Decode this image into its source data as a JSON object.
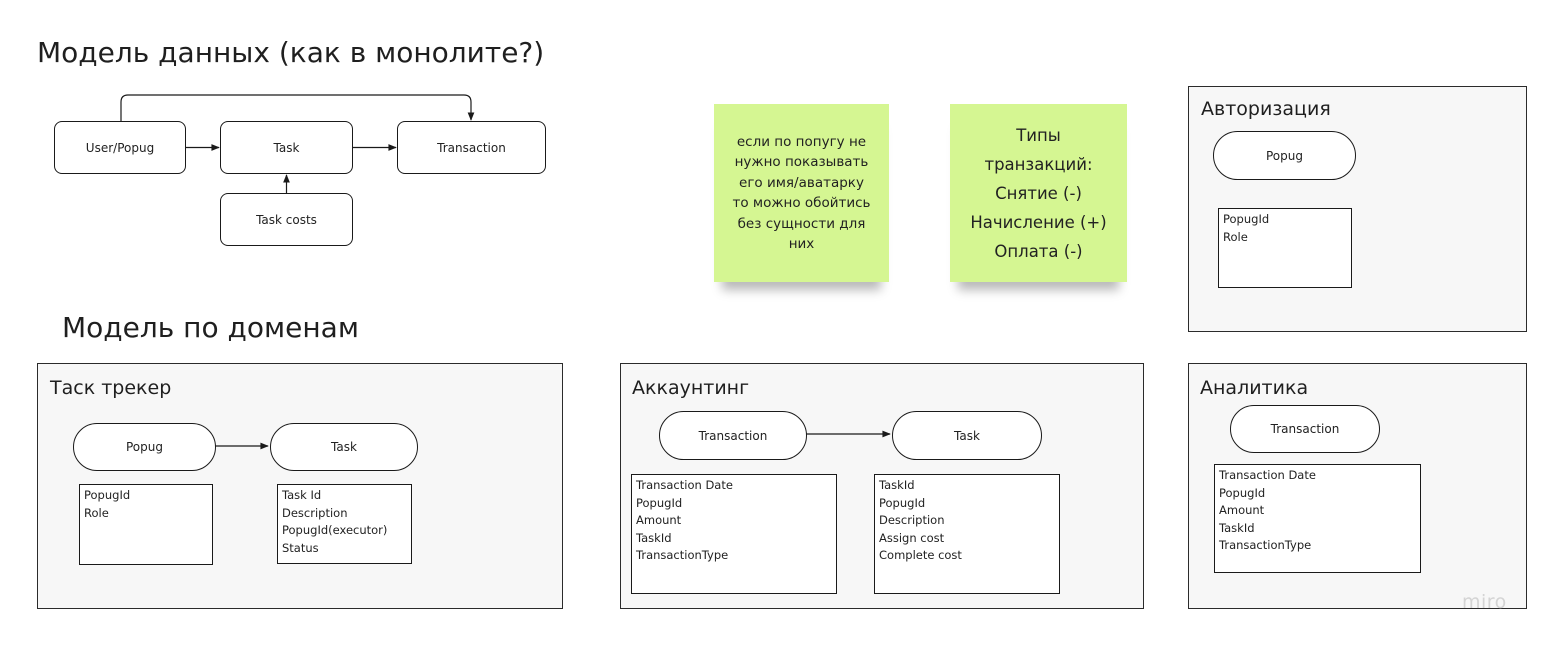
{
  "headings": {
    "monolith": "Модель данных (как в монолите?)",
    "domains": "Модель по доменам"
  },
  "monolith_nodes": {
    "user_popug": "User/Popug",
    "task": "Task",
    "transaction": "Transaction",
    "task_costs": "Task costs"
  },
  "stickies": {
    "note": {
      "lines": [
        "если по попугу не",
        "нужно показывать",
        "его имя/аватарку",
        "то можно обойтись",
        "без сущности для",
        "них"
      ],
      "color": "#d5f692"
    },
    "transaction_types": {
      "lines": [
        "Типы",
        "транзакций:",
        "Снятие (-)",
        "Начисление (+)",
        "Оплата (-)"
      ],
      "color": "#d5f692"
    }
  },
  "frames": {
    "authorization": {
      "title": "Авторизация",
      "entity": "Popug",
      "fields": [
        "PopugId",
        "Role"
      ]
    },
    "task_tracker": {
      "title": "Таск трекер",
      "popug": {
        "entity": "Popug",
        "fields": [
          "PopugId",
          "Role"
        ]
      },
      "task": {
        "entity": "Task",
        "fields": [
          "Task Id",
          "Description",
          "PopugId(executor)",
          "Status"
        ]
      }
    },
    "accounting": {
      "title": "Аккаунтинг",
      "transaction": {
        "entity": "Transaction",
        "fields": [
          "Transaction Date",
          "PopugId",
          "Amount",
          "TaskId",
          "TransactionType"
        ]
      },
      "task": {
        "entity": "Task",
        "fields": [
          "TaskId",
          "PopugId",
          "Description",
          "Assign cost",
          "Complete cost"
        ]
      }
    },
    "analytics": {
      "title": "Аналитика",
      "entity": "Transaction",
      "fields": [
        "Transaction Date",
        "PopugId",
        "Amount",
        "TaskId",
        "TransactionType"
      ]
    }
  },
  "watermark": "miro"
}
